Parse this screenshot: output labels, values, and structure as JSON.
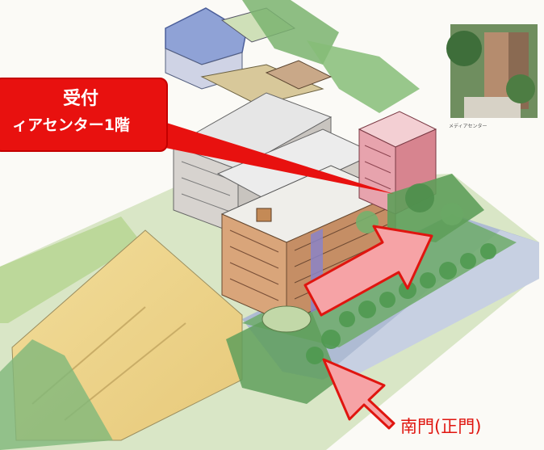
{
  "callout": {
    "title": "受付",
    "subtitle": "ィアセンター1階"
  },
  "gate_label": "南門(正門)",
  "photo_caption": "メディアセンター",
  "colors": {
    "callout_red": "#e8110f",
    "arrow_pink": "#f6a3a6",
    "arrow_outline": "#e0150f"
  },
  "icons": {
    "pointer_line": "callout-pointer",
    "arrow_to_media": "arrow-icon",
    "arrow_from_gate": "arrow-icon"
  }
}
